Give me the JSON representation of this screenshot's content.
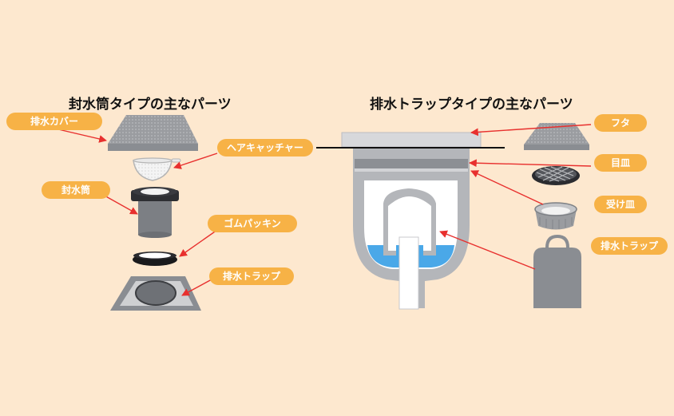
{
  "left_section": {
    "title": "封水筒タイプの主なパーツ",
    "labels": {
      "drain_cover": "排水カバー",
      "hair_catcher": "ヘアキャッチャー",
      "seal_cylinder": "封水筒",
      "rubber_gasket": "ゴムパッキン",
      "drain_trap": "排水トラップ"
    }
  },
  "right_section": {
    "title": "排水トラップタイプの主なパーツ",
    "labels": {
      "lid": "フタ",
      "grate": "目皿",
      "receiving_tray": "受け皿",
      "drain_trap": "排水トラップ"
    }
  },
  "colors": {
    "background": "#fde8cf",
    "label_pill": "#f7b246",
    "arrow": "#e8302e",
    "part_gray": "#8a8d92",
    "water": "#4aa8e8"
  }
}
